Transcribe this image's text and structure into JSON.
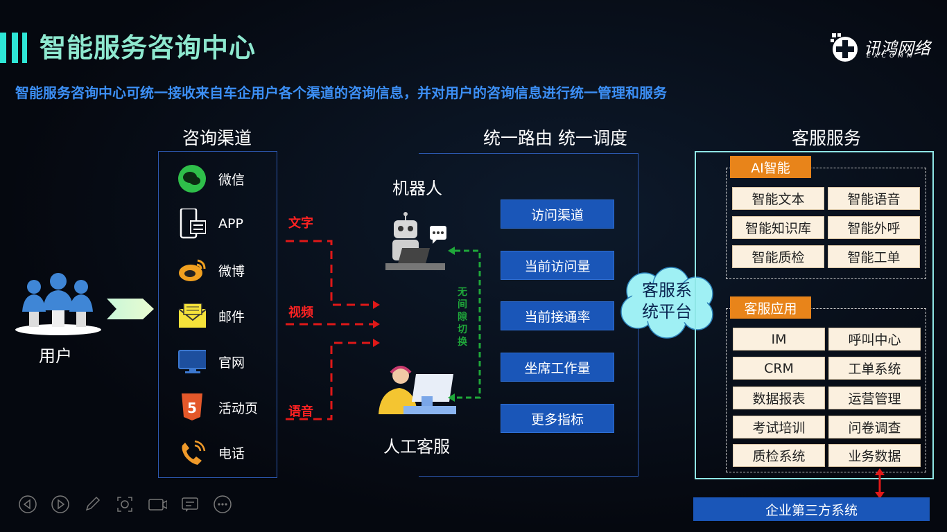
{
  "header": {
    "title": "智能服务咨询中心",
    "subtitle": "智能服务咨询中心可统一接收来自车企用户各个渠道的咨询信息，并对用户的咨询信息进行统一管理和服务",
    "logo_text": "讯鸿网络",
    "logo_sub": "EXCOMM"
  },
  "user": {
    "label": "用户"
  },
  "channels": {
    "heading": "咨询渠道",
    "items": [
      {
        "label": "微信",
        "icon": "wechat-icon"
      },
      {
        "label": "APP",
        "icon": "app-icon"
      },
      {
        "label": "微博",
        "icon": "weibo-icon"
      },
      {
        "label": "邮件",
        "icon": "mail-icon"
      },
      {
        "label": "官网",
        "icon": "website-icon"
      },
      {
        "label": "活动页",
        "icon": "html5-icon"
      },
      {
        "label": "电话",
        "icon": "phone-icon"
      }
    ]
  },
  "media": {
    "text": "文字",
    "video": "视频",
    "voice": "语音"
  },
  "routing": {
    "heading": "统一路由 统一调度",
    "robot": "机器人",
    "human": "人工客服",
    "switch": [
      "无",
      "间",
      "隙",
      "切",
      "换"
    ],
    "metrics": [
      "访问渠道",
      "当前访问量",
      "当前接通率",
      "坐席工作量",
      "更多指标"
    ]
  },
  "platform": {
    "line1": "客服系",
    "line2": "统平台"
  },
  "services": {
    "heading": "客服服务",
    "ai_tag": "AI智能",
    "ai_items": [
      "智能文本",
      "智能语音",
      "智能知识库",
      "智能外呼",
      "智能质检",
      "智能工单"
    ],
    "app_tag": "客服应用",
    "app_items": [
      "IM",
      "呼叫中心",
      "CRM",
      "工单系统",
      "数据报表",
      "运营管理",
      "考试培训",
      "问卷调查",
      "质检系统",
      "业务数据"
    ]
  },
  "third_party": "企业第三方系统",
  "colors": {
    "title": "#8ee8cf",
    "subtitle": "#3c8ff5",
    "accent": "#1a56b8",
    "orange": "#e8841a",
    "red": "#ff2222",
    "green": "#1fa83a"
  }
}
